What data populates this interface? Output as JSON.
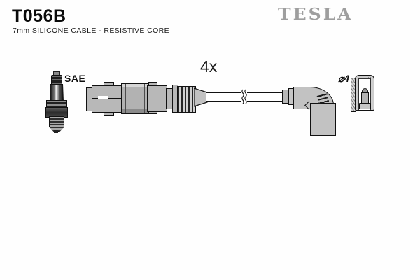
{
  "header": {
    "product_code": "T056B",
    "subtitle": "7mm SILICONE CABLE - RESISTIVE CORE",
    "brand": "TESLA"
  },
  "diagram": {
    "quantity": "4x",
    "plug_standard": "SAE",
    "terminal_diameter": "⌀4",
    "icons": [
      "spark-plug-icon",
      "plug-boot-connector-icon",
      "cable-icon",
      "cable-break-icon",
      "elbow-boot-connector-icon",
      "terminal-cap-icon"
    ]
  },
  "colors": {
    "background": "#fefefe",
    "line": "#111111",
    "part_fill": "#c2c2c2",
    "brand_gray": "#9e9e9e",
    "text": "#0d0d0d"
  }
}
